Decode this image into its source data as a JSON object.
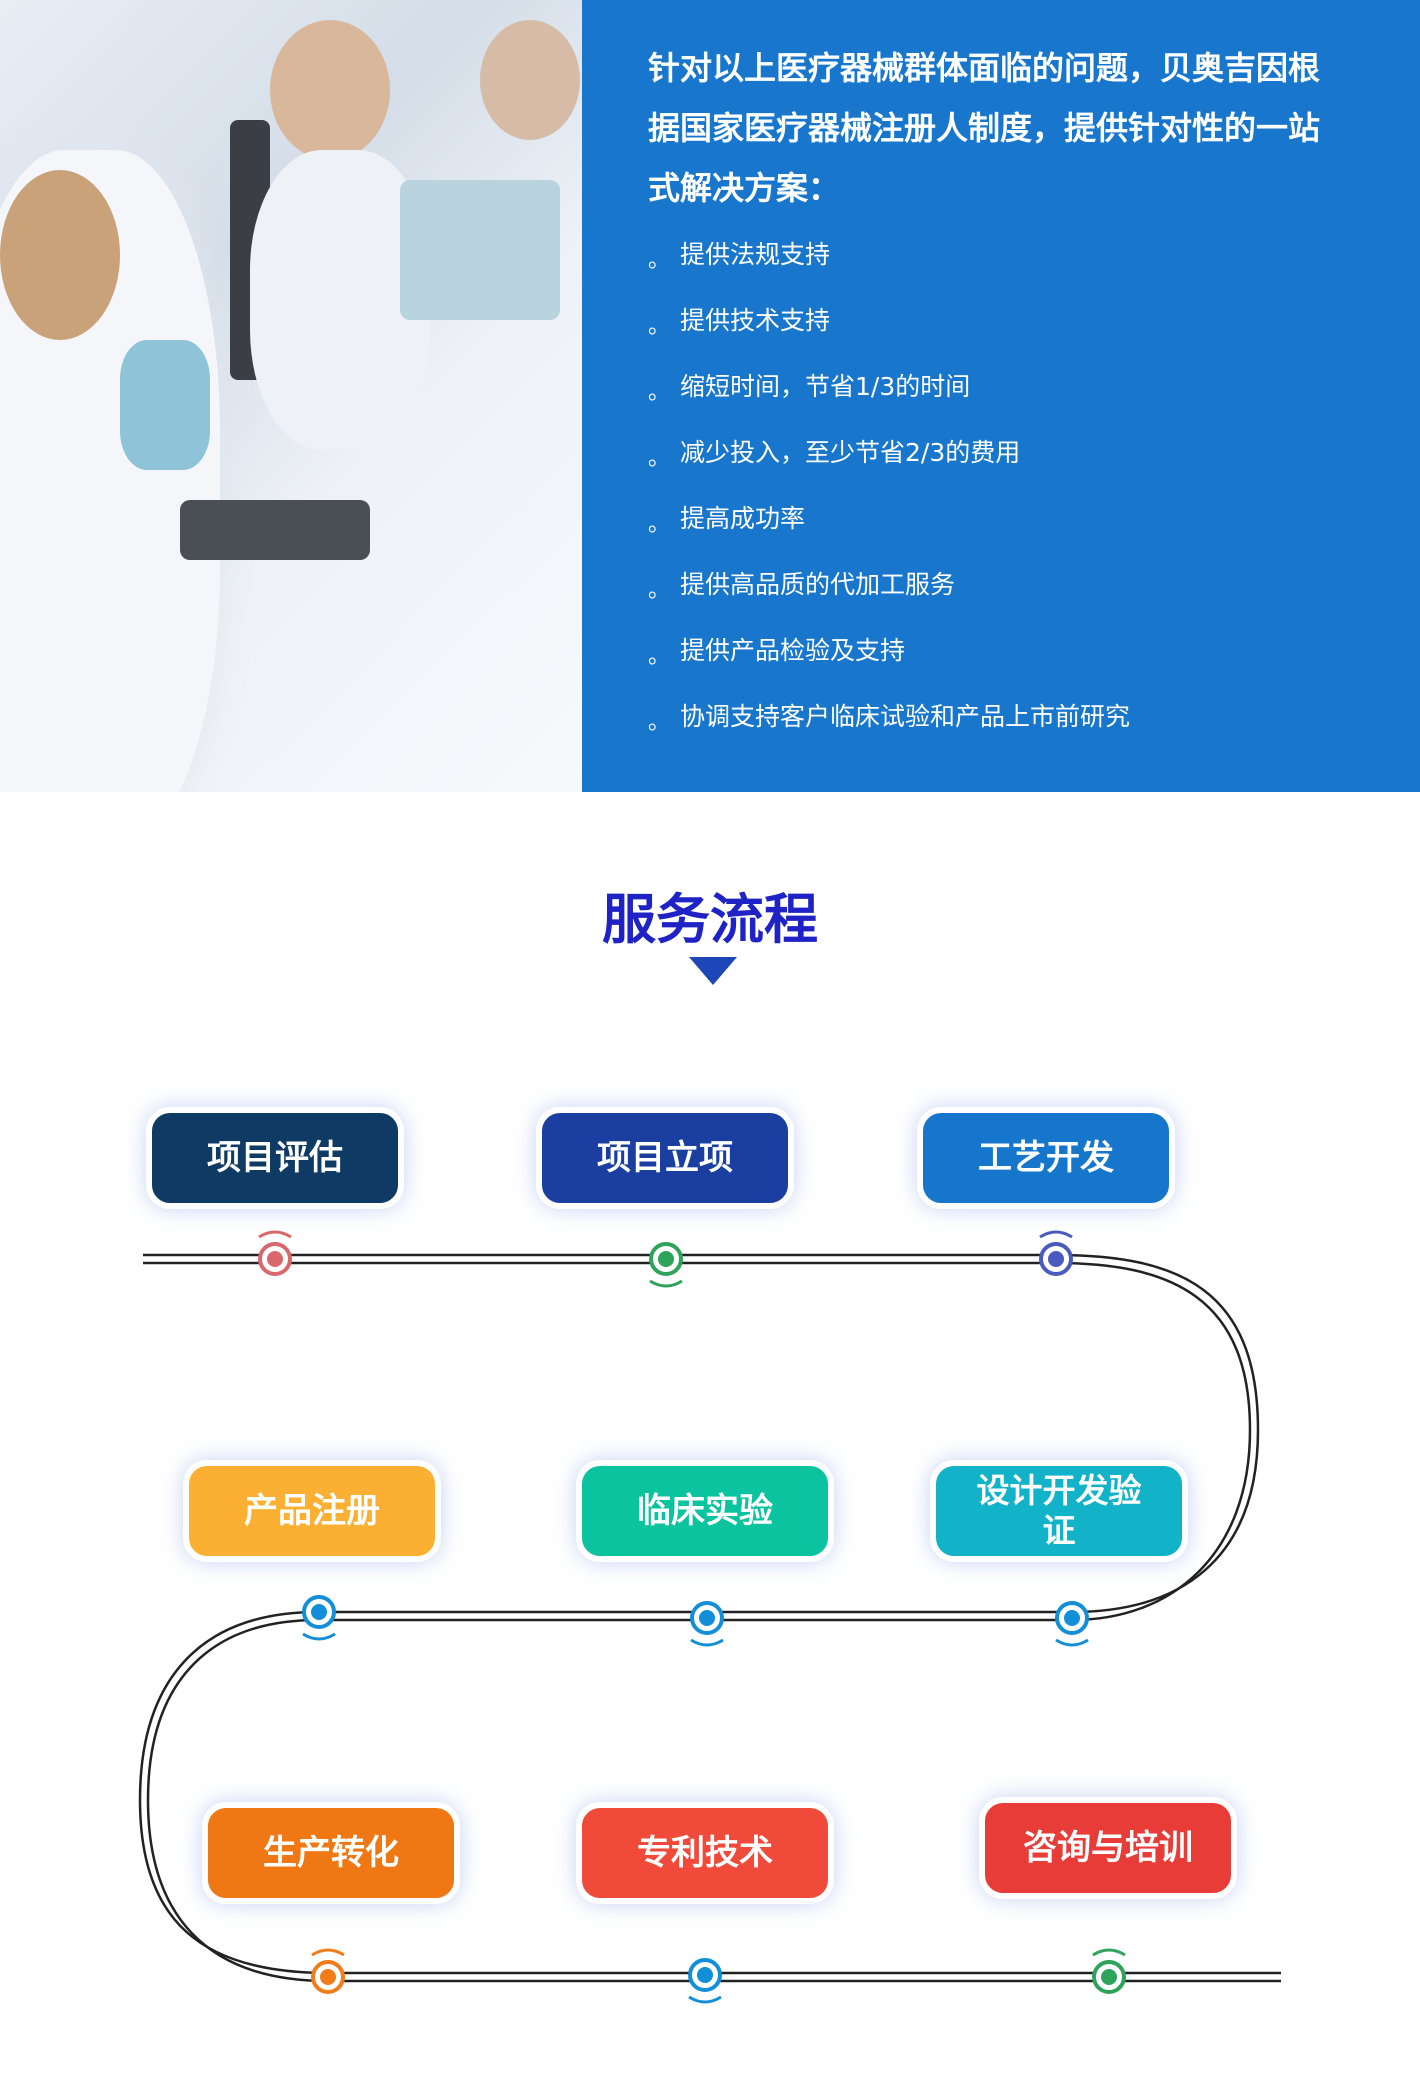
{
  "intro": {
    "lead": "针对以上医疗器械群体面临的问题，贝奥吉因根据国家医疗器械注册人制度，提供针对性的一站式解决方案：",
    "bullet_mark": "。",
    "bullets": [
      "提供法规支持",
      "提供技术支持",
      "缩短时间，节省1/3的时间",
      "减少投入，至少节省2/3的费用",
      "提高成功率",
      "提供高品质的代加工服务",
      "提供产品检验及支持",
      "协调支持客户临床试验和产品上市前研究"
    ]
  },
  "process": {
    "title": "服务流程",
    "steps": [
      {
        "label": "项目评估",
        "color": "#0e3a63"
      },
      {
        "label": "项目立项",
        "color": "#1a3fa0"
      },
      {
        "label": "工艺开发",
        "color": "#1576cc"
      },
      {
        "label": "设计开发验证",
        "color": "#12b3c8"
      },
      {
        "label": "临床实验",
        "color": "#0cc39f"
      },
      {
        "label": "产品注册",
        "color": "#fbb033"
      },
      {
        "label": "生产转化",
        "color": "#f07814"
      },
      {
        "label": "专利技术",
        "color": "#f04a3b"
      },
      {
        "label": "咨询与培训",
        "color": "#e83c38"
      }
    ]
  },
  "colors": {
    "panel": "#1877cc",
    "title": "#1f22c4"
  }
}
